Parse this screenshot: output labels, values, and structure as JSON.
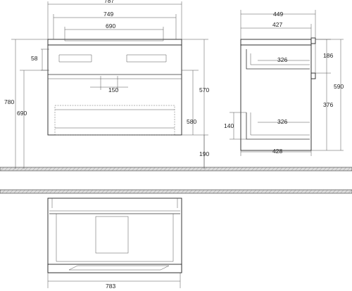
{
  "dimensions": {
    "front_total_width": "787",
    "front_basin_width": "749",
    "front_inner_width": "690",
    "front_tap_offset": "58",
    "front_tap_spacing": "150",
    "front_total_height": "780",
    "front_left_height": "690",
    "front_body_height": "570",
    "front_front_height": "580",
    "front_floor_clearance": "190",
    "side_total_depth": "449",
    "side_top_depth": "427",
    "side_upper_drawer_depth": "326",
    "side_lower_drawer_depth": "326",
    "side_bottom_depth": "428",
    "side_upper_height": "186",
    "side_lower_height": "376",
    "side_total_height": "590",
    "side_lower_inner_height": "140",
    "top_inner_width": "783"
  }
}
